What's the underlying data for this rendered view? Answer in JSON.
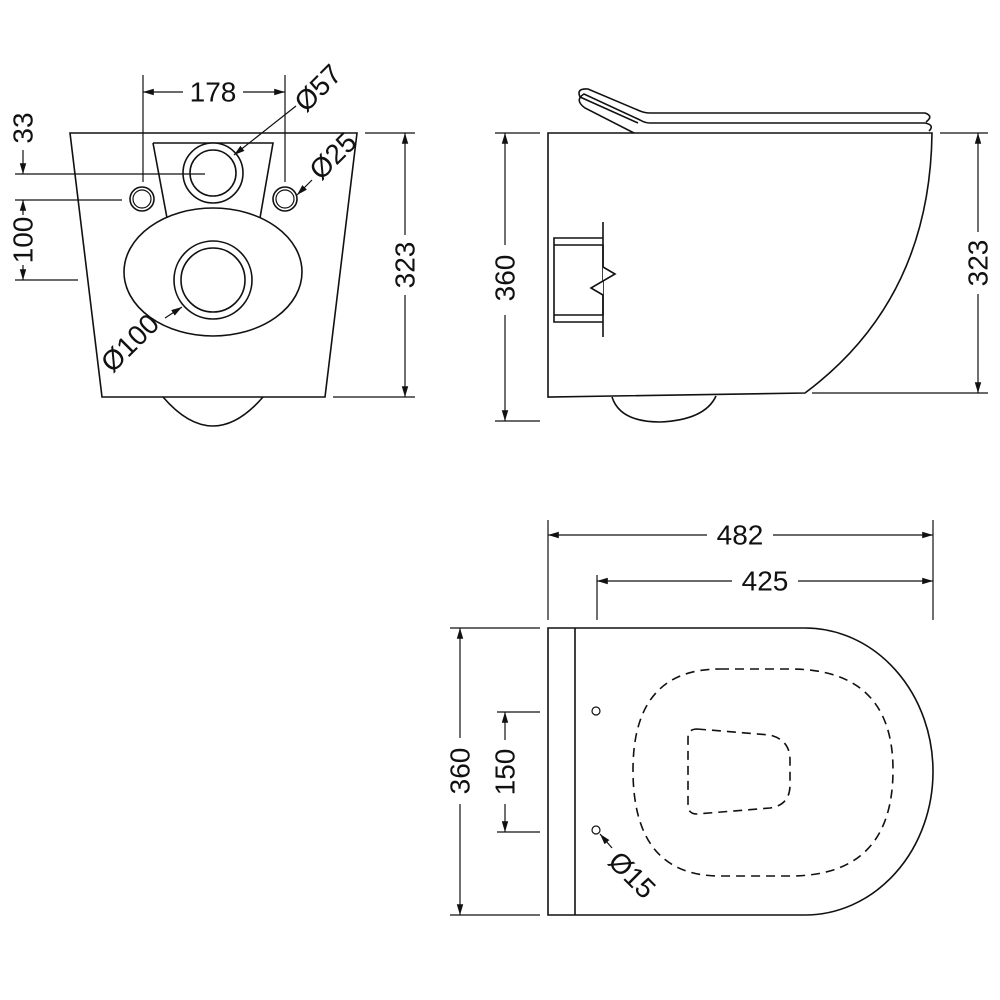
{
  "front_view": {
    "width_between_holes": "178",
    "outlet_diameter": "Ø57",
    "fixing_hole_diameter": "Ø25",
    "outlet_offset": "33",
    "fixing_to_waste": "100",
    "waste_diameter": "Ø100",
    "height": "323"
  },
  "side_view": {
    "overall_height": "360",
    "body_height": "323"
  },
  "top_view": {
    "overall_length": "482",
    "projection": "425",
    "width": "360",
    "hole_spacing": "150",
    "seat_hole_diameter": "Ø15"
  },
  "colors": {
    "line": "#111111",
    "background": "#ffffff"
  }
}
